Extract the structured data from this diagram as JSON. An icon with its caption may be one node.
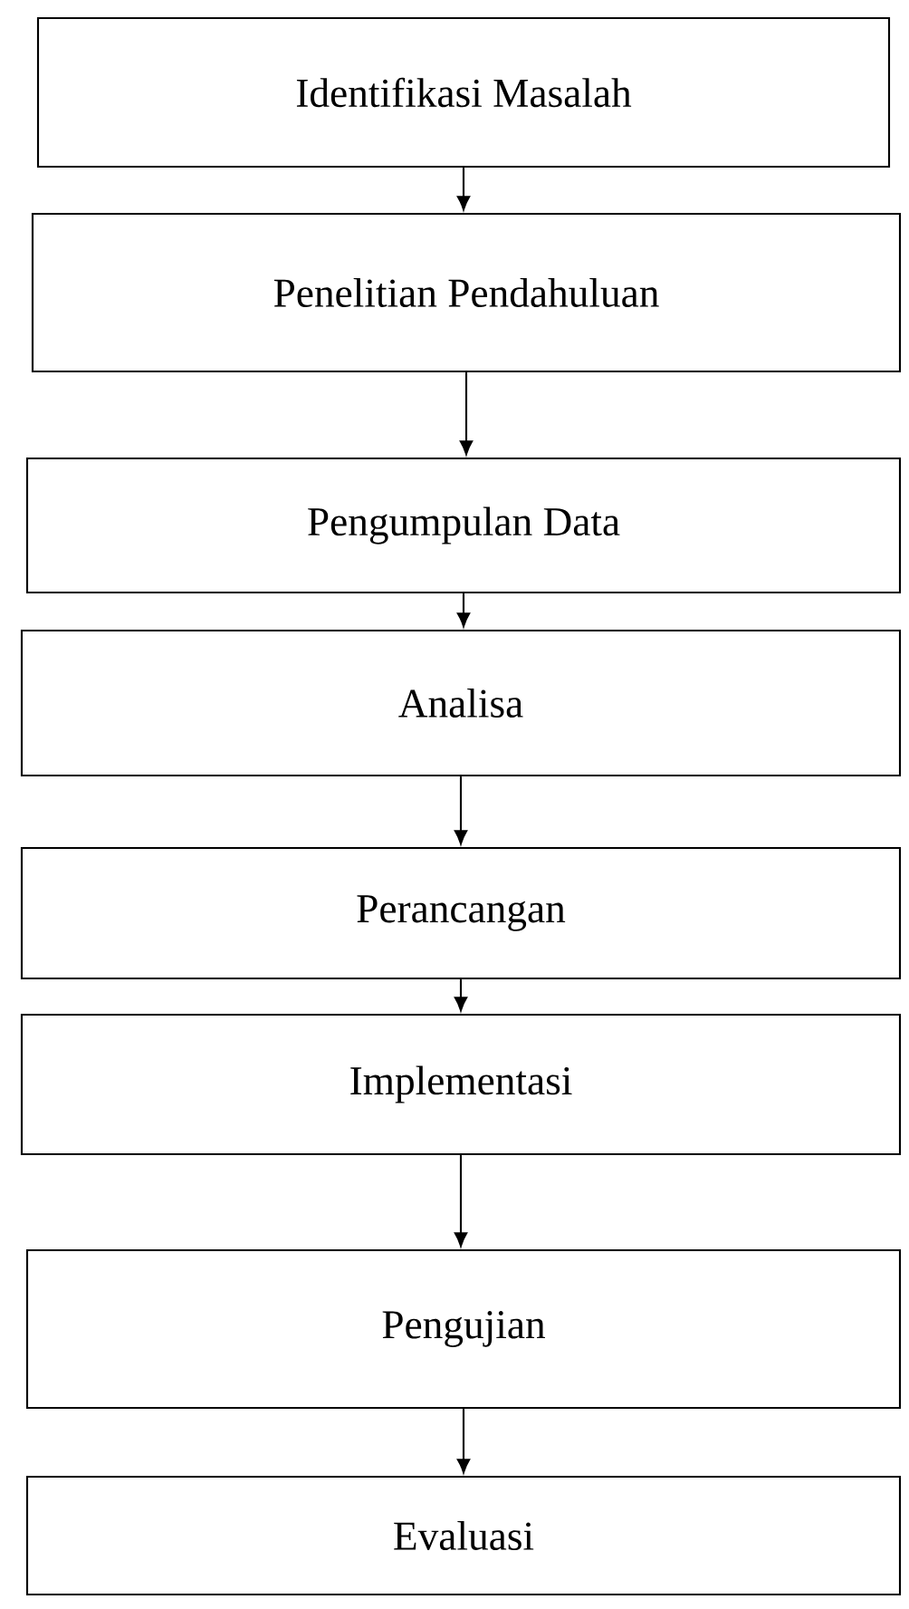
{
  "diagram": {
    "nodes": [
      {
        "text": [
          "Identifikasi Masalah"
        ]
      },
      {
        "text": [
          "Penelitian Pendahuluan"
        ]
      },
      {
        "text": [
          "Pengumpulan Data"
        ]
      },
      {
        "text": [
          "Analisa"
        ]
      },
      {
        "text": [
          "Perancangan"
        ]
      },
      {
        "text": [
          "Implementasi"
        ]
      },
      {
        "text": [
          "Pengujian"
        ]
      },
      {
        "text": [
          "Evaluasi"
        ]
      }
    ],
    "edges": [
      {
        "from": 0,
        "to": 1,
        "arrow": "to"
      },
      {
        "from": 1,
        "to": 2,
        "arrow": "to"
      },
      {
        "from": 2,
        "to": 3,
        "arrow": "to"
      },
      {
        "from": 3,
        "to": 4,
        "arrow": "to"
      },
      {
        "from": 4,
        "to": 5,
        "arrow": "to"
      },
      {
        "from": 5,
        "to": 6,
        "arrow": "to"
      },
      {
        "from": 6,
        "to": 7,
        "arrow": "to"
      }
    ]
  }
}
